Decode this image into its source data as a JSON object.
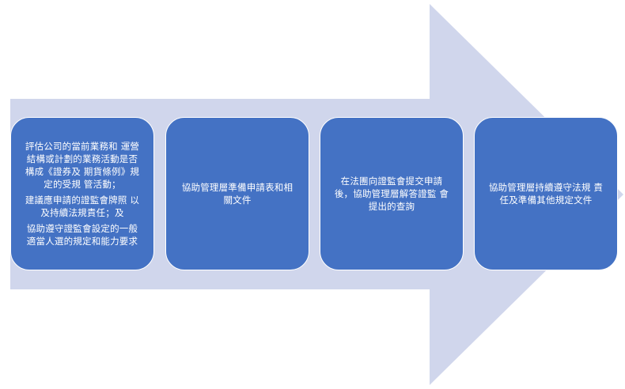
{
  "diagram": {
    "arrow_color": "#d0d6ec",
    "box_color": "#4472c4",
    "text_color": "#ffffff",
    "steps": [
      {
        "paragraphs": [
          "評估公司的當前業務和 運營結構或計劃的業務活動是否構成《證券及 期貨條例》規定的受規 管活動；",
          "建議應申請的證監會牌照 以及持續法規責任；及",
          "協助遵守證監會設定的一般適當人選的規定和能力要求"
        ]
      },
      {
        "paragraphs": [
          "協助管理層準備申請表和相關文件"
        ]
      },
      {
        "paragraphs": [
          "在法團向證監會提交申請 後，協助管理層解答證監 會提出的查詢"
        ]
      },
      {
        "paragraphs": [
          "協助管理層持續遵守法規 責任及準備其他規定文件"
        ]
      }
    ]
  }
}
